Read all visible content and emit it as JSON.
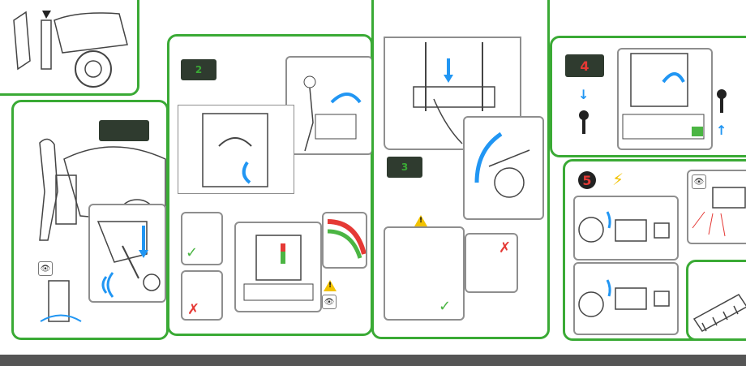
{
  "steps": {
    "step2": {
      "number": "2"
    },
    "step3": {
      "number": "3"
    },
    "step4": {
      "number": "4"
    },
    "step5": {
      "number": "5"
    }
  },
  "symbols": {
    "warning": "!",
    "eye": "👁",
    "check": "✓",
    "cross": "✗",
    "lightning": "⚡"
  },
  "colors": {
    "panel_border": "#3aaa35",
    "accent_blue": "#2196f3",
    "error_red": "#e53935",
    "ok_green": "#4bb543",
    "warning_yellow": "#f2c200"
  }
}
